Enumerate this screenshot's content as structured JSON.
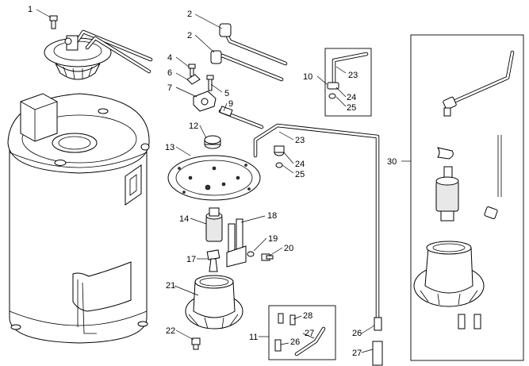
{
  "callouts": [
    "1",
    "2",
    "2",
    "4",
    "6",
    "5",
    "7",
    "9",
    "10",
    "23",
    "24",
    "25",
    "12",
    "13",
    "23",
    "24",
    "25",
    "30",
    "14",
    "18",
    "19",
    "20",
    "17",
    "21",
    "22",
    "11",
    "28",
    "27",
    "26",
    "26",
    "27"
  ]
}
